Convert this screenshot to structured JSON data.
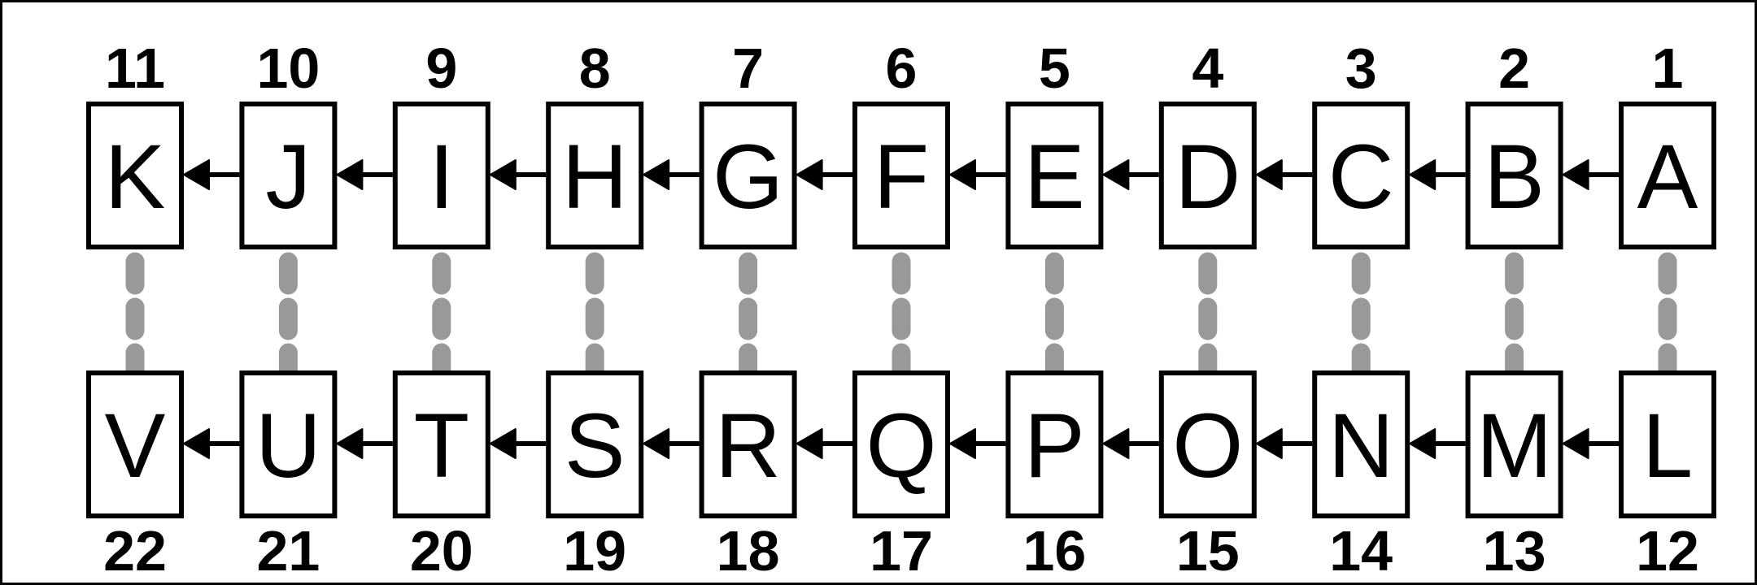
{
  "diagram": {
    "title": "",
    "colors": {
      "box_stroke": "#000000",
      "box_fill": "#ffffff",
      "arrow": "#000000",
      "pair_link": "#999999",
      "frame": "#000000"
    },
    "top_row": [
      {
        "letter": "K",
        "number": "11"
      },
      {
        "letter": "J",
        "number": "10"
      },
      {
        "letter": "I",
        "number": "9"
      },
      {
        "letter": "H",
        "number": "8"
      },
      {
        "letter": "G",
        "number": "7"
      },
      {
        "letter": "F",
        "number": "6"
      },
      {
        "letter": "E",
        "number": "5"
      },
      {
        "letter": "D",
        "number": "4"
      },
      {
        "letter": "C",
        "number": "3"
      },
      {
        "letter": "B",
        "number": "2"
      },
      {
        "letter": "A",
        "number": "1"
      }
    ],
    "bottom_row": [
      {
        "letter": "V",
        "number": "22"
      },
      {
        "letter": "U",
        "number": "21"
      },
      {
        "letter": "T",
        "number": "20"
      },
      {
        "letter": "S",
        "number": "19"
      },
      {
        "letter": "R",
        "number": "18"
      },
      {
        "letter": "Q",
        "number": "17"
      },
      {
        "letter": "P",
        "number": "16"
      },
      {
        "letter": "O",
        "number": "15"
      },
      {
        "letter": "N",
        "number": "14"
      },
      {
        "letter": "M",
        "number": "13"
      },
      {
        "letter": "L",
        "number": "12"
      }
    ],
    "arrow_direction": "right-to-left",
    "vertical_links": "dashed gray between each top box and the box below it"
  }
}
